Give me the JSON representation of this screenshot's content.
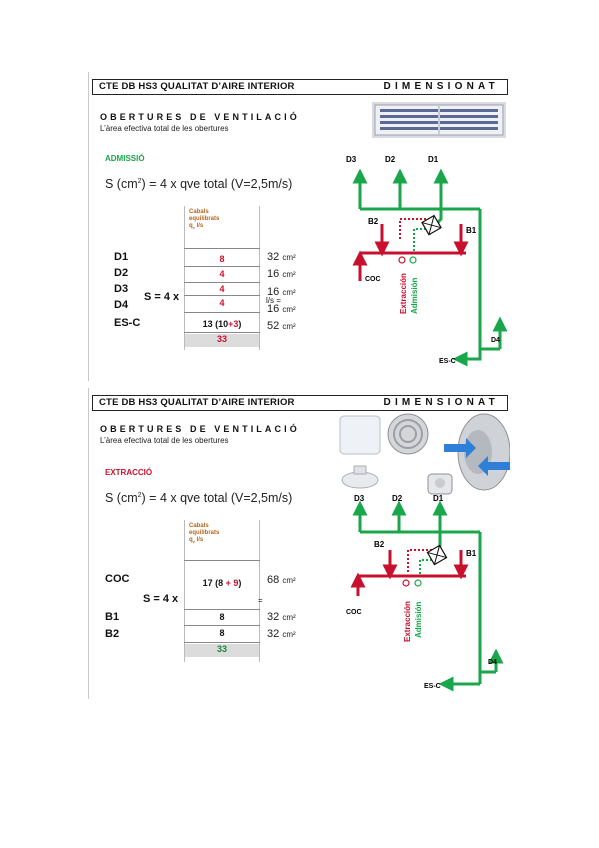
{
  "slide1": {
    "header_title": "CTE DB HS3  QUALITAT D’AIRE INTERIOR",
    "header_right": "DIMENSIONAT",
    "section_title": "OBERTURES DE VENTILACIÓ",
    "section_subtitle": "L’àrea efectiva total de les obertures",
    "mode_label": "ADMISSIÓ",
    "formula_main": "S (cm",
    "formula_sup": "2",
    "formula_rest": ") = 4 x qve total (V=2,5m/s)",
    "cabals_line1": "Cabals",
    "cabals_line2": "equilibrats",
    "cabals_line3": "q",
    "cabals_line3b": "v",
    "cabals_line3c": " l/s",
    "multiplier": "S = 4 x",
    "ls_eq": "l/s =",
    "rows": [
      {
        "label": "D1",
        "value": "8",
        "area": "32",
        "unit": "cm²"
      },
      {
        "label": "D2",
        "value": "4",
        "area": "16",
        "unit": "cm²"
      },
      {
        "label": "D3",
        "value": "4",
        "area": "16",
        "unit": "cm²"
      },
      {
        "label": "D4",
        "value": "4",
        "area": "16",
        "unit": "cm²"
      },
      {
        "label": "ES-C",
        "value_a": "13 (10",
        "value_b": "+3",
        "value_c": ")",
        "area": "52",
        "unit": "cm²"
      }
    ],
    "total": "33",
    "diagram": {
      "d3": "D3",
      "d2": "D2",
      "d1": "D1",
      "b2": "B2",
      "b1": "B1",
      "coc": "COC",
      "extraction": "Extracción",
      "admission": "Admisión",
      "d4": "D4",
      "esc": "ES-C"
    }
  },
  "slide2": {
    "header_title": "CTE DB HS3  QUALITAT D’AIRE INTERIOR",
    "header_right": "DIMENSIONAT",
    "section_title": "OBERTURES DE VENTILACIÓ",
    "section_subtitle": "L’àrea efectiva total de les obertures",
    "mode_label": "EXTRACCIÓ",
    "formula_main": "S (cm",
    "formula_sup": "2",
    "formula_rest": ") = 4 x qve total (V=2,5m/s)",
    "cabals_line1": "Cabals",
    "cabals_line2": "equilibrats",
    "cabals_line3": "q",
    "cabals_line3b": "v",
    "cabals_line3c": " l/s",
    "multiplier": "S = 4 x",
    "eq": "=",
    "rows": [
      {
        "label": "COC",
        "value_a": "17 (8 ",
        "value_b": "+ 9",
        "value_c": ")",
        "area": "68",
        "unit": "cm²"
      },
      {
        "label": "B1",
        "value": "8",
        "area": "32",
        "unit": "cm²"
      },
      {
        "label": "B2",
        "value": "8",
        "area": "32",
        "unit": "cm²"
      }
    ],
    "total": "33",
    "diagram": {
      "d3": "D3",
      "d2": "D2",
      "d1": "D1",
      "b2": "B2",
      "b1": "B1",
      "coc": "COC",
      "extraction": "Extracción",
      "admission": "Admisión",
      "d4": "D4",
      "esc": "ES-C"
    }
  },
  "colors": {
    "green": "#1aa64a",
    "red": "#c8102e",
    "table_header": "#b5651d"
  }
}
